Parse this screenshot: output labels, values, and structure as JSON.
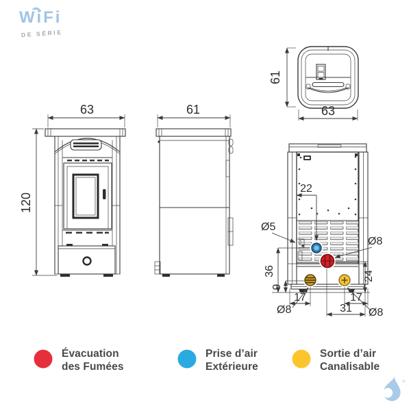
{
  "logo": {
    "brand": "WiFi",
    "tagline": "DE SÉRIE",
    "color": "#a0c4e6"
  },
  "drawing": {
    "line_color": "#3a3a3c",
    "front_view": {
      "width": "63",
      "height": "120"
    },
    "side_view": {
      "depth": "61"
    },
    "top_view": {
      "depth": "61",
      "width": "63"
    },
    "rear_view": {
      "flue_offset_horizontal": "22",
      "inlet_diameter": "Ø5",
      "flue_diameter": "Ø8",
      "inlet_height": "36",
      "duct_height": "9",
      "duct_offset_left": "17",
      "duct_offset_right": "17",
      "flue_height": "24",
      "flue_center_offset": "31",
      "duct_diameter_left": "Ø8",
      "duct_diameter_right": "Ø8",
      "ports": {
        "air_inlet": {
          "color": "#2b7fb8"
        },
        "flue": {
          "color": "#d42127"
        },
        "duct_left": {
          "color": "#d9a72e"
        },
        "duct_right": {
          "color": "#f3c23a"
        }
      }
    }
  },
  "legend": {
    "items": [
      {
        "id": "flue",
        "color": "#e62f3b",
        "line1": "Évacuation",
        "line2": "des Fumées"
      },
      {
        "id": "air-inlet",
        "color": "#29abe2",
        "line1": "Prise d’air",
        "line2": "Extérieure"
      },
      {
        "id": "ducted-air",
        "color": "#fcc52e",
        "line1": "Sortie d’air",
        "line2": "Canalisable"
      }
    ]
  },
  "watermark": {
    "registered": "®"
  }
}
